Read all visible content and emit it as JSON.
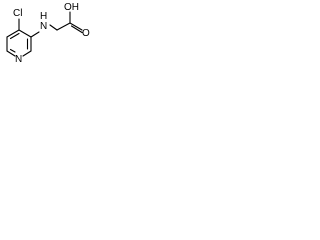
{
  "structure": {
    "atoms": {
      "cl": "Cl",
      "n_amine": "N",
      "h_amine": "H",
      "o_oh": "OH",
      "o_carbonyl": "O",
      "n_ring": "N"
    },
    "colors": {
      "ink": "#000000",
      "background": "#ffffff"
    }
  }
}
